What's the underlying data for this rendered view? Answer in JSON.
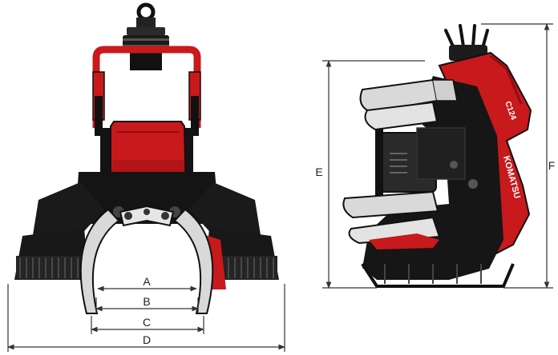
{
  "dimensions": {
    "a": "A",
    "b": "B",
    "c": "C",
    "d": "D",
    "e": "E",
    "f": "F"
  },
  "branding": {
    "brand": "KOMATSU",
    "model": "C124"
  },
  "colors": {
    "body_red": "#c8191c",
    "dark_red": "#8e0f12",
    "frame_black": "#141414",
    "steel_gray": "#d9d9d9",
    "dimension_line": "#333333"
  },
  "icons": {
    "main_view": "harvester-head-front-view",
    "side_view": "harvester-head-side-view"
  }
}
